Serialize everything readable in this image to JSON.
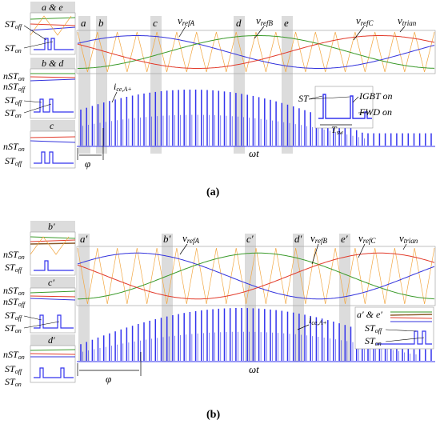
{
  "panel_a": {
    "caption": "(a)",
    "markers": [
      "a",
      "b",
      "c",
      "d",
      "e"
    ],
    "ref_labels": [
      "vrefA",
      "vrefB",
      "vrefC",
      "vtrian"
    ],
    "ref_display": {
      "vrefA": "v",
      "vrefA_sub": "refA",
      "vrefB": "v",
      "vrefB_sub": "refB",
      "vrefC": "v",
      "vrefC_sub": "refC",
      "vtrian": "v",
      "vtrian_sub": "trian"
    },
    "current_label": "i",
    "current_sub": "ce,A+",
    "phi": "φ",
    "omega_t": "ωt",
    "insets": [
      {
        "title": "a & e",
        "lines": [
          {
            "main": "ST",
            "sub": "off"
          },
          {
            "main": "ST",
            "sub": "on"
          }
        ]
      },
      {
        "title": "b & d",
        "lines": [
          {
            "main": "nST",
            "sub": "on"
          },
          {
            "main": "nST",
            "sub": "off"
          },
          {
            "main": "ST",
            "sub": "off"
          },
          {
            "main": "ST",
            "sub": "on"
          }
        ]
      },
      {
        "title": "c",
        "lines": [
          {
            "main": "nST",
            "sub": "on"
          },
          {
            "main": "ST",
            "sub": "off"
          }
        ]
      }
    ],
    "zoom": {
      "st": "ST",
      "igbt": "IGBT on",
      "fwd": "FWD on",
      "tsw": "T",
      "tsw_sub": "sw"
    }
  },
  "panel_b": {
    "caption": "(b)",
    "markers": [
      "a′",
      "b′",
      "c′",
      "d′",
      "e′"
    ],
    "ref_display": {
      "vrefA": "v",
      "vrefA_sub": "refA",
      "vrefB": "v",
      "vrefB_sub": "refB",
      "vrefC": "v",
      "vrefC_sub": "refC",
      "vtrian": "v",
      "vtrian_sub": "trian"
    },
    "current_label": "i",
    "current_sub": "ce,A+",
    "phi": "φ",
    "omega_t": "ωt",
    "insets": [
      {
        "title": "b′",
        "lines": [
          {
            "main": "nST",
            "sub": "on"
          },
          {
            "main": "ST",
            "sub": "off"
          }
        ]
      },
      {
        "title": "c′",
        "lines": [
          {
            "main": "nST",
            "sub": "on"
          },
          {
            "main": "nST",
            "sub": "off"
          },
          {
            "main": "ST",
            "sub": "off"
          },
          {
            "main": "ST",
            "sub": "on"
          }
        ]
      },
      {
        "title": "d′",
        "lines": [
          {
            "main": "nST",
            "sub": "on"
          },
          {
            "main": "ST",
            "sub": "off"
          },
          {
            "main": "ST",
            "sub": "on"
          }
        ]
      }
    ],
    "right_inset": {
      "title": "a′ & e′",
      "lines": [
        {
          "main": "ST",
          "sub": "off"
        },
        {
          "main": "ST",
          "sub": "on"
        }
      ]
    }
  },
  "colors": {
    "refA": "#3333dd",
    "refB": "#3a9a2a",
    "refC": "#e23a2a",
    "trian": "#f2a640",
    "current": "#3333ee",
    "shade": "#dcdcdc"
  }
}
